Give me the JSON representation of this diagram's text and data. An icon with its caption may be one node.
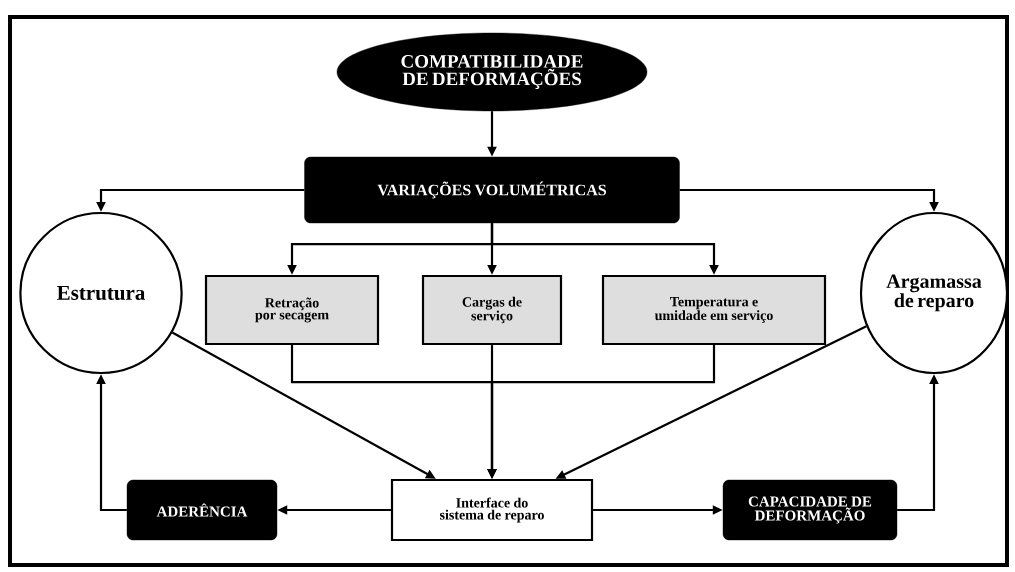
{
  "diagram": {
    "nodes": [
      {
        "text": [
          "COMPATIBILIDADE DE DEFORMAÇÕES"
        ]
      },
      {
        "text": [
          "VARIAÇÕES VOLUMÉTRICAS"
        ]
      },
      {
        "text": [
          "Estrutura"
        ]
      },
      {
        "text": [
          "Retração por secagem"
        ]
      },
      {
        "text": [
          "Cargas de serviço"
        ]
      },
      {
        "text": [
          "Temperatura e umidade em serviço"
        ]
      },
      {
        "text": [
          "Argamassa de reparo"
        ]
      },
      {
        "text": [
          "Interface do sistema de reparo"
        ]
      },
      {
        "text": [
          "ADERÊNCIA"
        ]
      },
      {
        "text": [
          "CAPACIDADE DE DEFORMAÇÃO"
        ]
      }
    ],
    "edges": [
      {
        "from": 0,
        "to": 1,
        "arrow": "to"
      },
      {
        "from": 1,
        "to": 2,
        "arrow": "to"
      },
      {
        "from": 1,
        "to": 6,
        "arrow": "to"
      },
      {
        "from": 1,
        "to": 3,
        "arrow": "to"
      },
      {
        "from": 1,
        "to": 4,
        "arrow": "to"
      },
      {
        "from": 1,
        "to": 5,
        "arrow": "to"
      },
      {
        "from": 3,
        "to": 7,
        "arrow": "to"
      },
      {
        "from": 4,
        "to": 7,
        "arrow": "to"
      },
      {
        "from": 5,
        "to": 7,
        "arrow": "to"
      },
      {
        "from": 2,
        "to": 7,
        "arrow": "to"
      },
      {
        "from": 6,
        "to": 7,
        "arrow": "to"
      },
      {
        "from": 7,
        "to": 8,
        "arrow": "to"
      },
      {
        "from": 8,
        "to": 2,
        "arrow": "to"
      },
      {
        "from": 7,
        "to": 9,
        "arrow": "to"
      },
      {
        "from": 9,
        "to": 6,
        "arrow": "to"
      }
    ]
  }
}
